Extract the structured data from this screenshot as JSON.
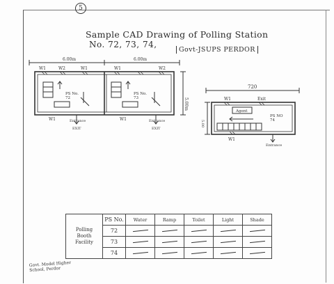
{
  "page_number": "5",
  "title": {
    "line1": "Sample CAD Drawing of Polling Station",
    "line2": "No. 72, 73, 74,",
    "line3": "Govt-JSUPS PERDOR"
  },
  "plan_left": {
    "width_label_1": "6.00m",
    "width_label_2": "6.00m",
    "height_label": "5.00m",
    "windows_top": [
      "W1",
      "W2",
      "W1",
      "W1",
      "W2"
    ],
    "room_1": "PS No.\n72",
    "room_2": "PS No.\n73",
    "windows_bottom": [
      "W1",
      "W1"
    ],
    "entrances": [
      "Entrance",
      "Entrance"
    ],
    "exits": [
      "EXIT",
      "EXIT"
    ]
  },
  "plan_right": {
    "width_label": "720",
    "height_label": "5.00",
    "windows_top": [
      "W1",
      "Exit"
    ],
    "room": "PS NO\n74",
    "agent_label": "Agent",
    "window_bottom": "W1",
    "entrance": "Entrance"
  },
  "table": {
    "row_header": "Polling\nBooth\nFacility",
    "columns": [
      "PS No.",
      "Water",
      "Ramp",
      "Toilet",
      "Light",
      "Shade"
    ],
    "rows": [
      {
        "ps": "72",
        "ticks": 5
      },
      {
        "ps": "73",
        "ticks": 5
      },
      {
        "ps": "74",
        "ticks": 5
      }
    ]
  },
  "signature": {
    "line1": "Govt. Model Higher",
    "line2": "School, Perdor"
  }
}
